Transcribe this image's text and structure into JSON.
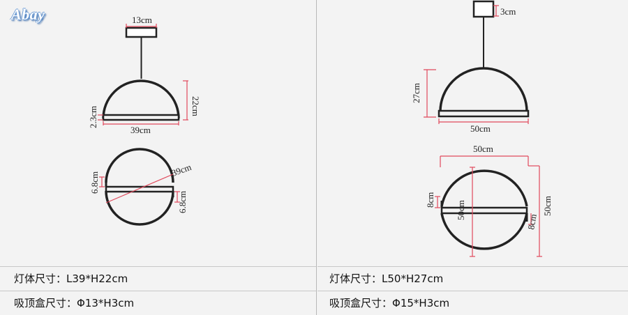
{
  "logo": {
    "text": "Abay"
  },
  "colors": {
    "outline": "#222222",
    "dimension": "#e0495b",
    "background": "#f3f3f3"
  },
  "left": {
    "dims": {
      "canopy_width": "13cm",
      "height": "22cm",
      "bar_thickness": "2.3cm",
      "width": "39cm",
      "gap_top": "6.8cm",
      "gap_bottom": "6.8cm",
      "diagonal": "39cm"
    },
    "specs": {
      "body_label": "灯体尺寸：",
      "body_value": "L39*H22cm",
      "canopy_label": "吸顶盒尺寸：",
      "canopy_value": "Φ13*H3cm"
    }
  },
  "right": {
    "dims": {
      "canopy_height": "3cm",
      "height": "27cm",
      "width": "50cm",
      "top_width": "50cm",
      "inner_height": "50cm",
      "outer_height": "50cm",
      "gap_left": "8cm",
      "gap_right": "8cm"
    },
    "specs": {
      "body_label": "灯体尺寸：",
      "body_value": "L50*H27cm",
      "canopy_label": "吸顶盒尺寸：",
      "canopy_value": "Φ15*H3cm"
    }
  }
}
